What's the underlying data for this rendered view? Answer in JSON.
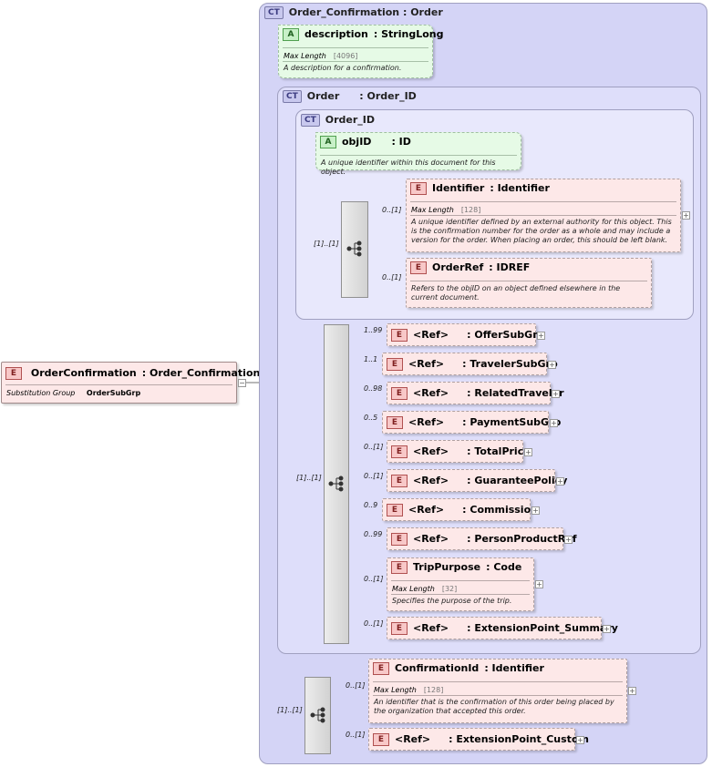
{
  "root": {
    "name": "OrderConfirmation",
    "type": "Order_Confirmation",
    "facet_label": "Substitution Group",
    "facet_value": "OrderSubGrp"
  },
  "ct_order_confirmation": {
    "badge": "CT",
    "name": "Order_Confirmation",
    "type": "Order"
  },
  "attr_description": {
    "badge": "A",
    "name": "description",
    "type": "StringLong",
    "facet_label": "Max Length",
    "facet_value": "[4096]",
    "doc": "A description for a confirmation."
  },
  "ct_order": {
    "badge": "CT",
    "name": "Order",
    "type": "Order_ID"
  },
  "ct_order_id": {
    "badge": "CT",
    "name": "Order_ID"
  },
  "attr_objid": {
    "badge": "A",
    "name": "objID",
    "type": "ID",
    "doc": "A unique identifier within this document for this object."
  },
  "choice1": {
    "card": "[1]..[1]"
  },
  "el_identifier": {
    "badge": "E",
    "name": "Identifier",
    "type": "Identifier",
    "card": "0..[1]",
    "facet_label": "Max Length",
    "facet_value": "[128]",
    "doc": "A unique identifier defined by an external authority for this object.  This is the confirmation number for the order as a whole and may include a version for the order.  When placing an order, this should be left blank."
  },
  "el_orderref": {
    "badge": "E",
    "name": "OrderRef",
    "type": "IDREF",
    "card": "0..[1]",
    "doc": "Refers to the objID on an object defined elsewhere in the current document."
  },
  "seq2": {
    "card": "[1]..[1]"
  },
  "refs": [
    {
      "badge": "E",
      "ref": "<Ref>",
      "name": "OfferSubGrp",
      "card": "1..99"
    },
    {
      "badge": "E",
      "ref": "<Ref>",
      "name": "TravelerSubGrp",
      "card": "1..1"
    },
    {
      "badge": "E",
      "ref": "<Ref>",
      "name": "RelatedTraveler",
      "card": "0..98"
    },
    {
      "badge": "E",
      "ref": "<Ref>",
      "name": "PaymentSubGrp",
      "card": "0..5"
    },
    {
      "badge": "E",
      "ref": "<Ref>",
      "name": "TotalPrice",
      "card": "0..[1]"
    },
    {
      "badge": "E",
      "ref": "<Ref>",
      "name": "GuaranteePolicy",
      "card": "0..[1]"
    },
    {
      "badge": "E",
      "ref": "<Ref>",
      "name": "Commission",
      "card": "0..9"
    },
    {
      "badge": "E",
      "ref": "<Ref>",
      "name": "PersonProductRef",
      "card": "0..99"
    }
  ],
  "el_trippurpose": {
    "badge": "E",
    "name": "TripPurpose",
    "type": "Code",
    "card": "0..[1]",
    "facet_label": "Max Length",
    "facet_value": "[32]",
    "doc": "Specifies the purpose of the trip."
  },
  "ref_extsummary": {
    "badge": "E",
    "ref": "<Ref>",
    "name": "ExtensionPoint_Summary",
    "card": "0..[1]"
  },
  "seq3": {
    "card": "[1]..[1]"
  },
  "el_confirmationid": {
    "badge": "E",
    "name": "ConfirmationId",
    "type": "Identifier",
    "card": "0..[1]",
    "facet_label": "Max Length",
    "facet_value": "[128]",
    "doc": "An identifier that is the confirmation of this order being placed by the organization that accepted this order."
  },
  "ref_extcustom": {
    "badge": "E",
    "ref": "<Ref>",
    "name": "ExtensionPoint_Custom",
    "card": "0..[1]"
  },
  "colors": {
    "complex_type_bg": "#d4d4f6",
    "element_bg": "#fde8e8",
    "attribute_bg": "#e6fae6",
    "sequence_bg": "#d2d2d2"
  }
}
